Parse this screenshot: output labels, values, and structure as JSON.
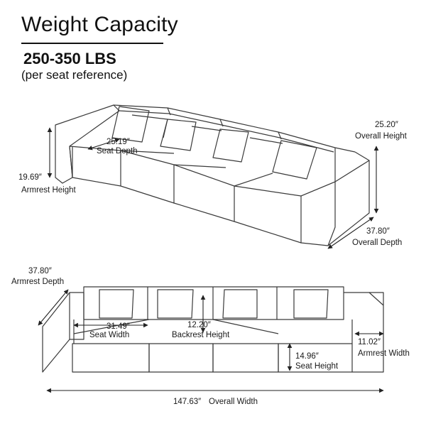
{
  "header": {
    "title": "Weight Capacity",
    "capacity": "250-350 LBS",
    "note": "(per seat reference)"
  },
  "top_view": {
    "seat_depth": {
      "value": "25.19″",
      "label": "Seat Depth"
    },
    "overall_height": {
      "value": "25.20″",
      "label": "Overall  Height"
    },
    "armrest_height": {
      "value": "19.69″",
      "label": "Armrest Height"
    },
    "overall_depth": {
      "value": "37.80″",
      "label": "Overall Depth"
    }
  },
  "front_view": {
    "armrest_depth": {
      "value": "37.80″",
      "label": "Armrest Depth"
    },
    "seat_width": {
      "value": "31.49″",
      "label": "Seat Width"
    },
    "backrest_height": {
      "value": "12.20″",
      "label": "Backrest Height"
    },
    "armrest_width": {
      "value": "11.02″",
      "label": "Armrest Width"
    },
    "seat_height": {
      "value": "14.96″",
      "label": "Seat Height"
    },
    "overall_width": {
      "value": "147.63″",
      "label": "Overall Width"
    }
  }
}
